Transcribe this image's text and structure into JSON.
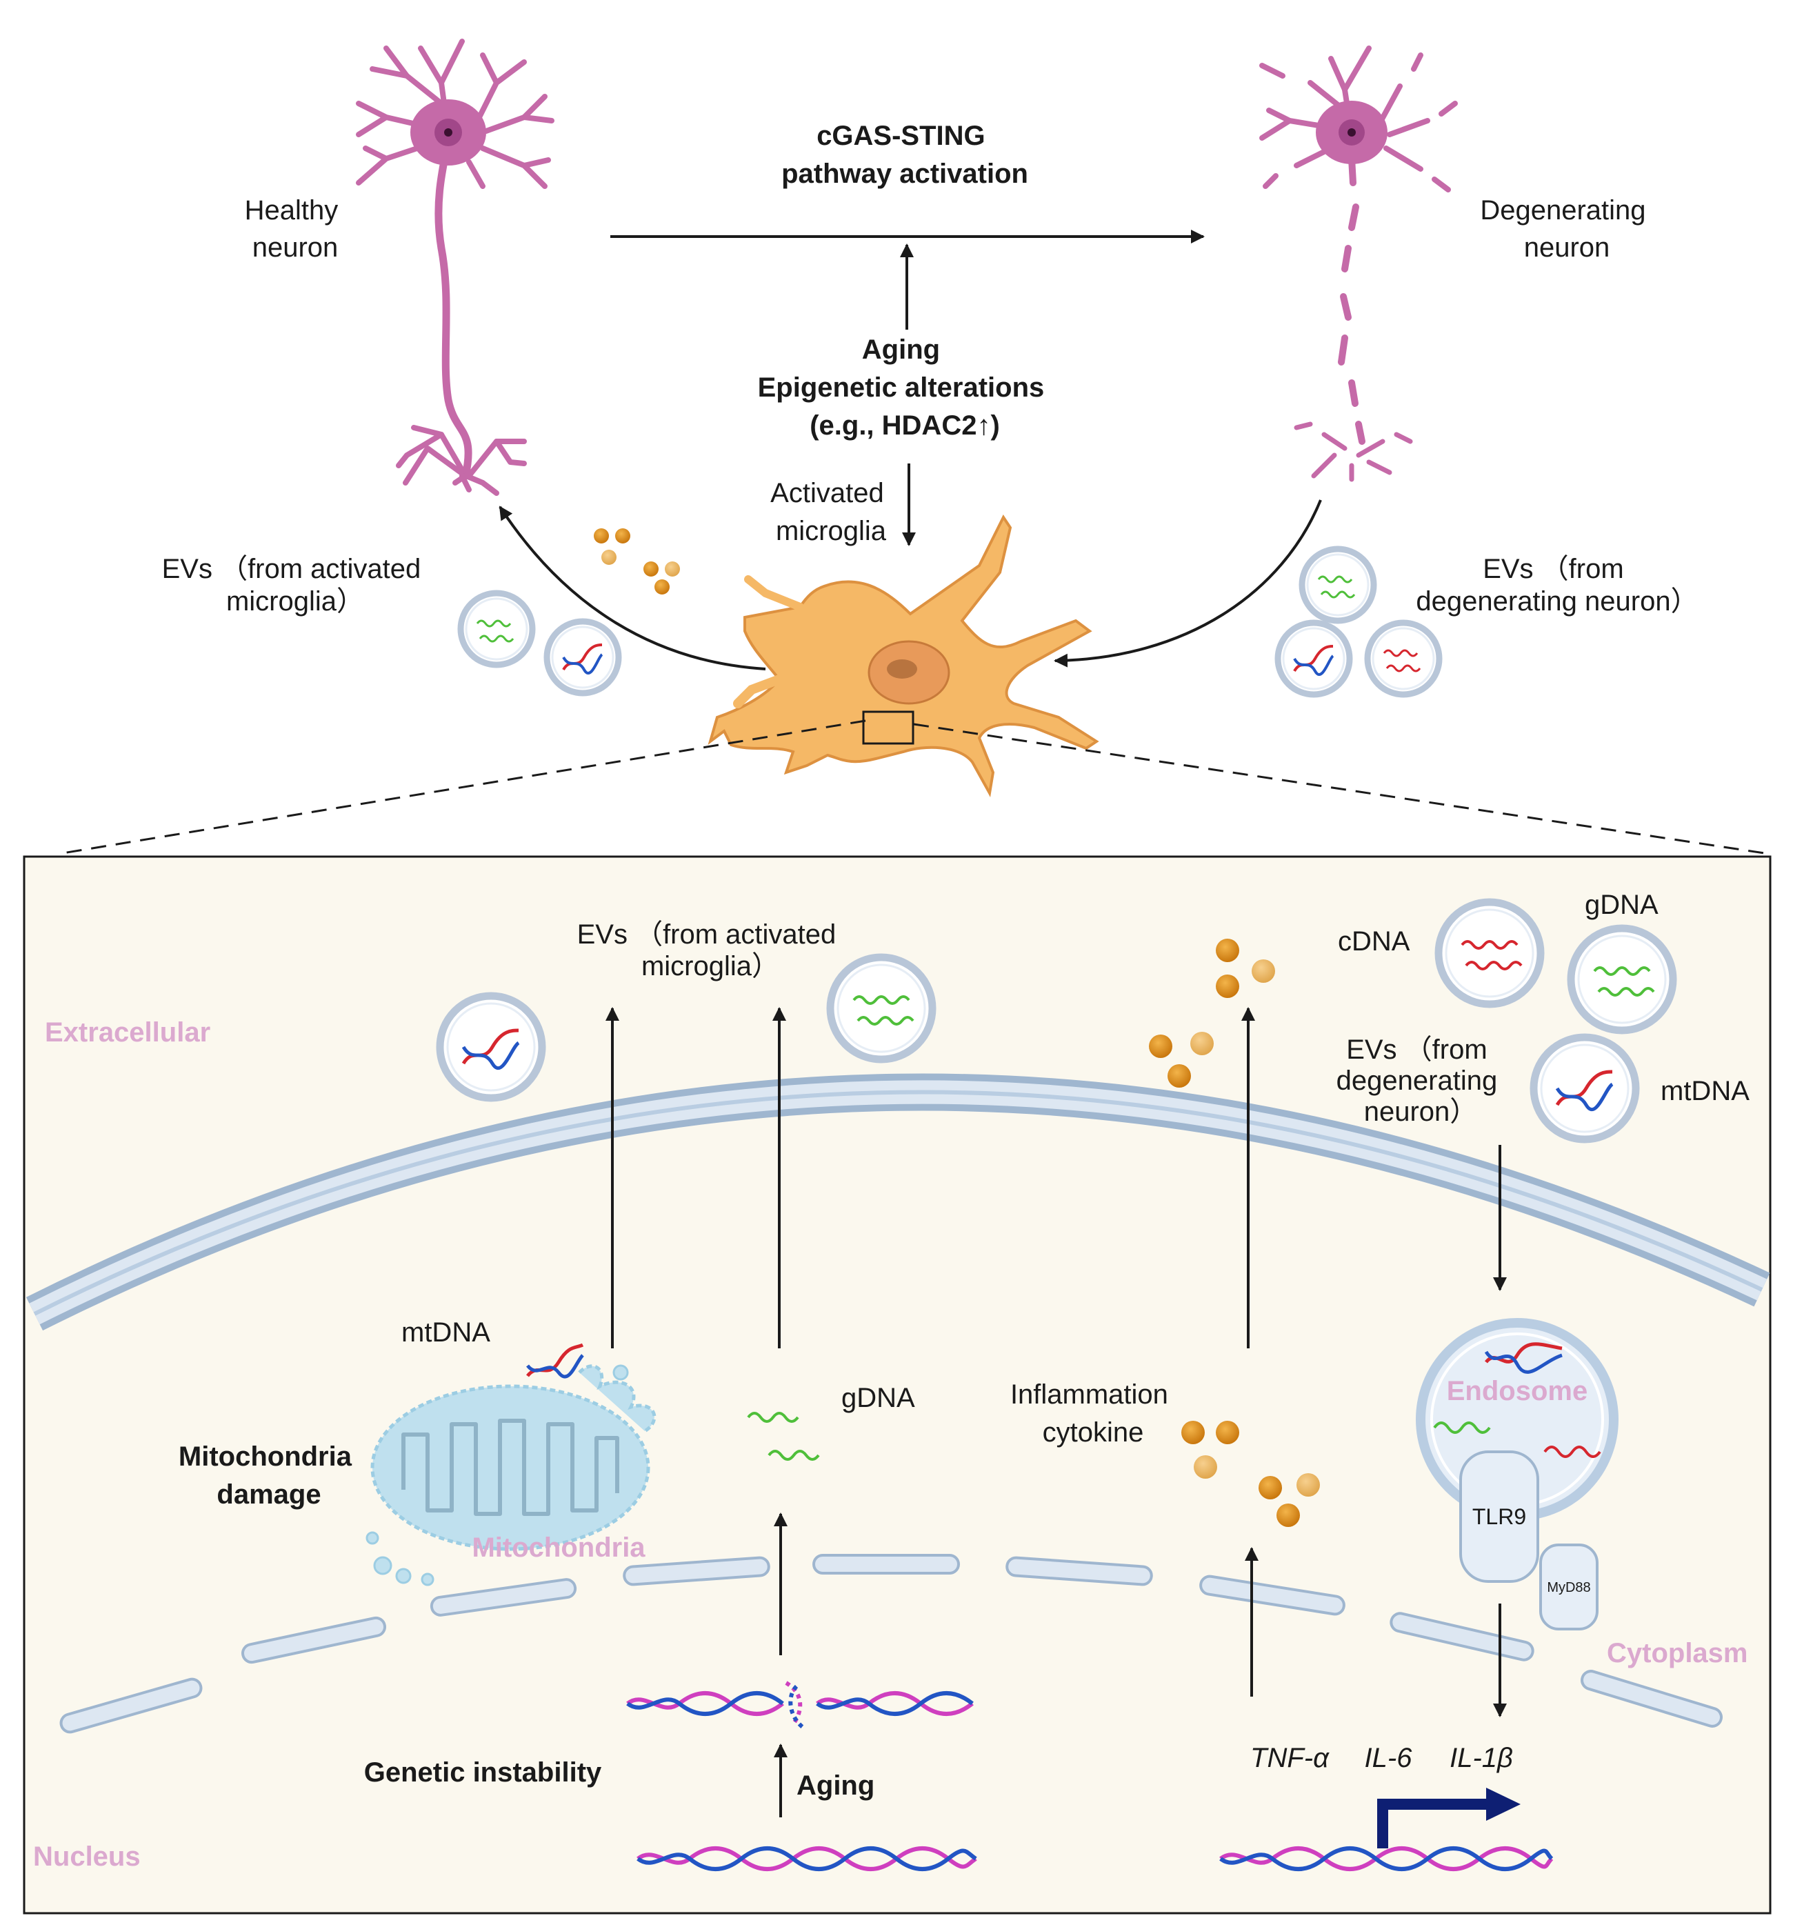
{
  "top": {
    "healthy_neuron": [
      "Healthy",
      "neuron"
    ],
    "degenerating_neuron": [
      "Degenerating",
      "neuron"
    ],
    "pathway": [
      "cGAS-STING",
      "pathway activation"
    ],
    "aging_block": [
      "Aging",
      "Epigenetic alterations",
      "(e.g., HDAC2↑)"
    ],
    "activated_microglia": [
      "Activated",
      "microglia"
    ],
    "evs_left": [
      "EVs （from activated",
      "microglia）"
    ],
    "evs_right": [
      "EVs （from",
      "degenerating neuron）"
    ]
  },
  "panel": {
    "extracellular": "Extracellular",
    "cytoplasm": "Cytoplasm",
    "nucleus": "Nucleus",
    "mitochondria": "Mitochondria",
    "endosome": "Endosome",
    "evs_activated": [
      "EVs （from activated",
      "microglia）"
    ],
    "evs_degenerating": [
      "EVs （from",
      "degenerating",
      "neuron）"
    ],
    "cdna": "cDNA",
    "gdna_top": "gDNA",
    "mtdna_right": "mtDNA",
    "mtdna_left": "mtDNA",
    "gdna_mid": "gDNA",
    "inflammation": [
      "Inflammation",
      "cytokine"
    ],
    "mito_damage": [
      "Mitochondria",
      "damage"
    ],
    "genetic_instability": "Genetic instability",
    "aging": "Aging",
    "tlr9": "TLR9",
    "myd88": "MyD88",
    "tnf": "TNF-α",
    "il6": "IL-6",
    "il1b": "IL-1β"
  },
  "colors": {
    "neuron": "#c56aa8",
    "microglia": "#f5b866",
    "panel_bg": "#fbf8ee",
    "membrane": "#b9cde2",
    "label_pink": "#dba9cf",
    "cytokine": "#d68a17",
    "dna_red": "#d6262e",
    "dna_blue": "#2255c4",
    "dna_green": "#4fbf3a",
    "dna_magenta": "#cf3fbf",
    "promoter_arrow": "#0e1f73"
  }
}
